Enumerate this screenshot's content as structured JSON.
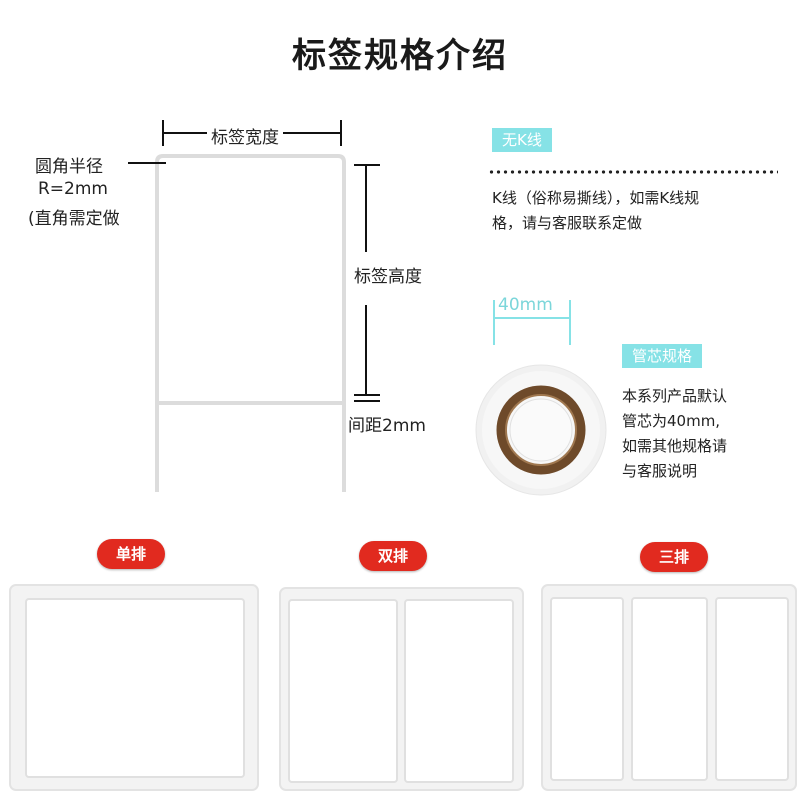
{
  "title": "标签规格介绍",
  "dimensions": {
    "width_label": "标签宽度",
    "corner_label_line1": "圆角半径",
    "corner_label_line2": "R=2mm",
    "corner_label_line3": "(直角需定做",
    "height_label": "标签高度",
    "gap_label": "间距2mm"
  },
  "k_line": {
    "tag": "无K线",
    "desc_line1": "K线（俗称易撕线），如需K线规",
    "desc_line2": "格，请与客服联系定做"
  },
  "core": {
    "size_label": "40mm",
    "tag": "管芯规格",
    "desc_line1": "本系列产品默认",
    "desc_line2": "管芯为40mm,",
    "desc_line3": "如需其他规格请",
    "desc_line4": "与客服说明"
  },
  "layouts": [
    {
      "label": "单排"
    },
    {
      "label": "双排"
    },
    {
      "label": "三排"
    }
  ],
  "colors": {
    "accent_tag": "#86e2e6",
    "pill_red": "#e12a1f",
    "core_brown": "#7a5a3a",
    "label_outline": "#dddddd"
  }
}
